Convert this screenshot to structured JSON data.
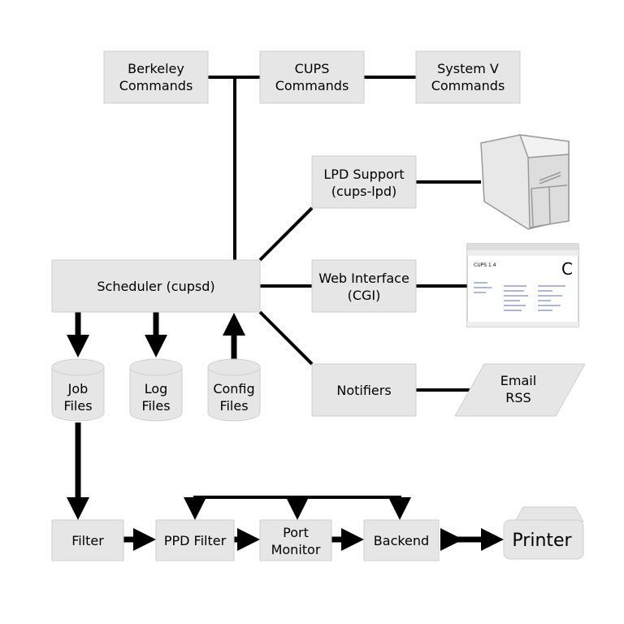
{
  "nodes": {
    "berkeley": [
      "Berkeley",
      "Commands"
    ],
    "cups": [
      "CUPS",
      "Commands"
    ],
    "systemv": [
      "System V",
      "Commands"
    ],
    "lpd": [
      "LPD Support",
      "(cups-lpd)"
    ],
    "web": [
      "Web Interface",
      "(CGI)"
    ],
    "notifiers": [
      "Notifiers"
    ],
    "scheduler": [
      "Scheduler (cupsd)"
    ],
    "email": [
      "Email",
      "RSS"
    ],
    "job_files": [
      "Job",
      "Files"
    ],
    "log_files": [
      "Log",
      "Files"
    ],
    "config_files": [
      "Config",
      "Files"
    ],
    "filter": [
      "Filter"
    ],
    "ppd_filter": [
      "PPD Filter"
    ],
    "port_monitor": [
      "Port",
      "Monitor"
    ],
    "backend": [
      "Backend"
    ],
    "printer": [
      "Printer"
    ]
  },
  "web_screenshot": {
    "title": "CUPS 1.4"
  },
  "icons": [
    "server-tower-icon",
    "web-page-screenshot"
  ],
  "colors": {
    "box_fill": "#e6e6e6",
    "box_stroke": "#cfcfcf",
    "line": "#000000"
  }
}
